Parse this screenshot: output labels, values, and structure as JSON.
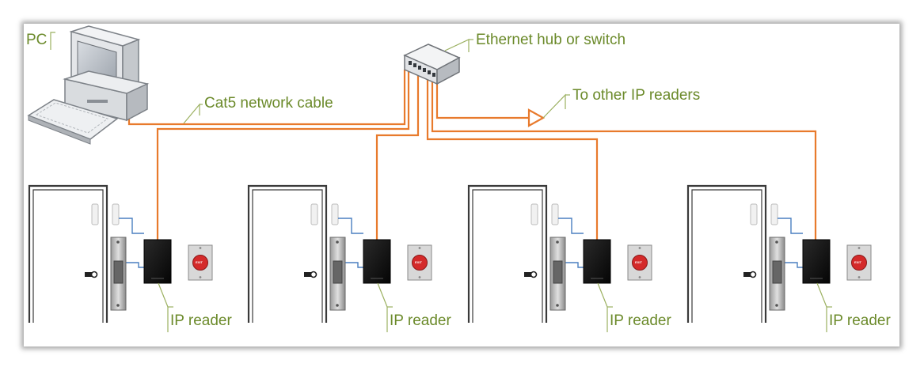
{
  "labels": {
    "pc": "PC",
    "hub": "Ethernet hub or switch",
    "cable": "Cat5 network cable",
    "other_readers": "To other IP readers",
    "ip_reader": "IP reader",
    "exit": "EXIT"
  },
  "colors": {
    "network_cable": "#e87a2c",
    "lock_wire": "#4a7fc0",
    "label_text": "#6b8a2a",
    "callout_line": "#9bb060",
    "exit_button": "#d42a2a"
  },
  "icons": {
    "computer": "desktop-computer-icon",
    "hub": "network-switch-icon",
    "reader": "card-reader-icon",
    "door": "door-icon",
    "exit_button": "exit-button-icon"
  },
  "units": [
    {
      "id": 1
    },
    {
      "id": 2
    },
    {
      "id": 3
    },
    {
      "id": 4
    }
  ]
}
